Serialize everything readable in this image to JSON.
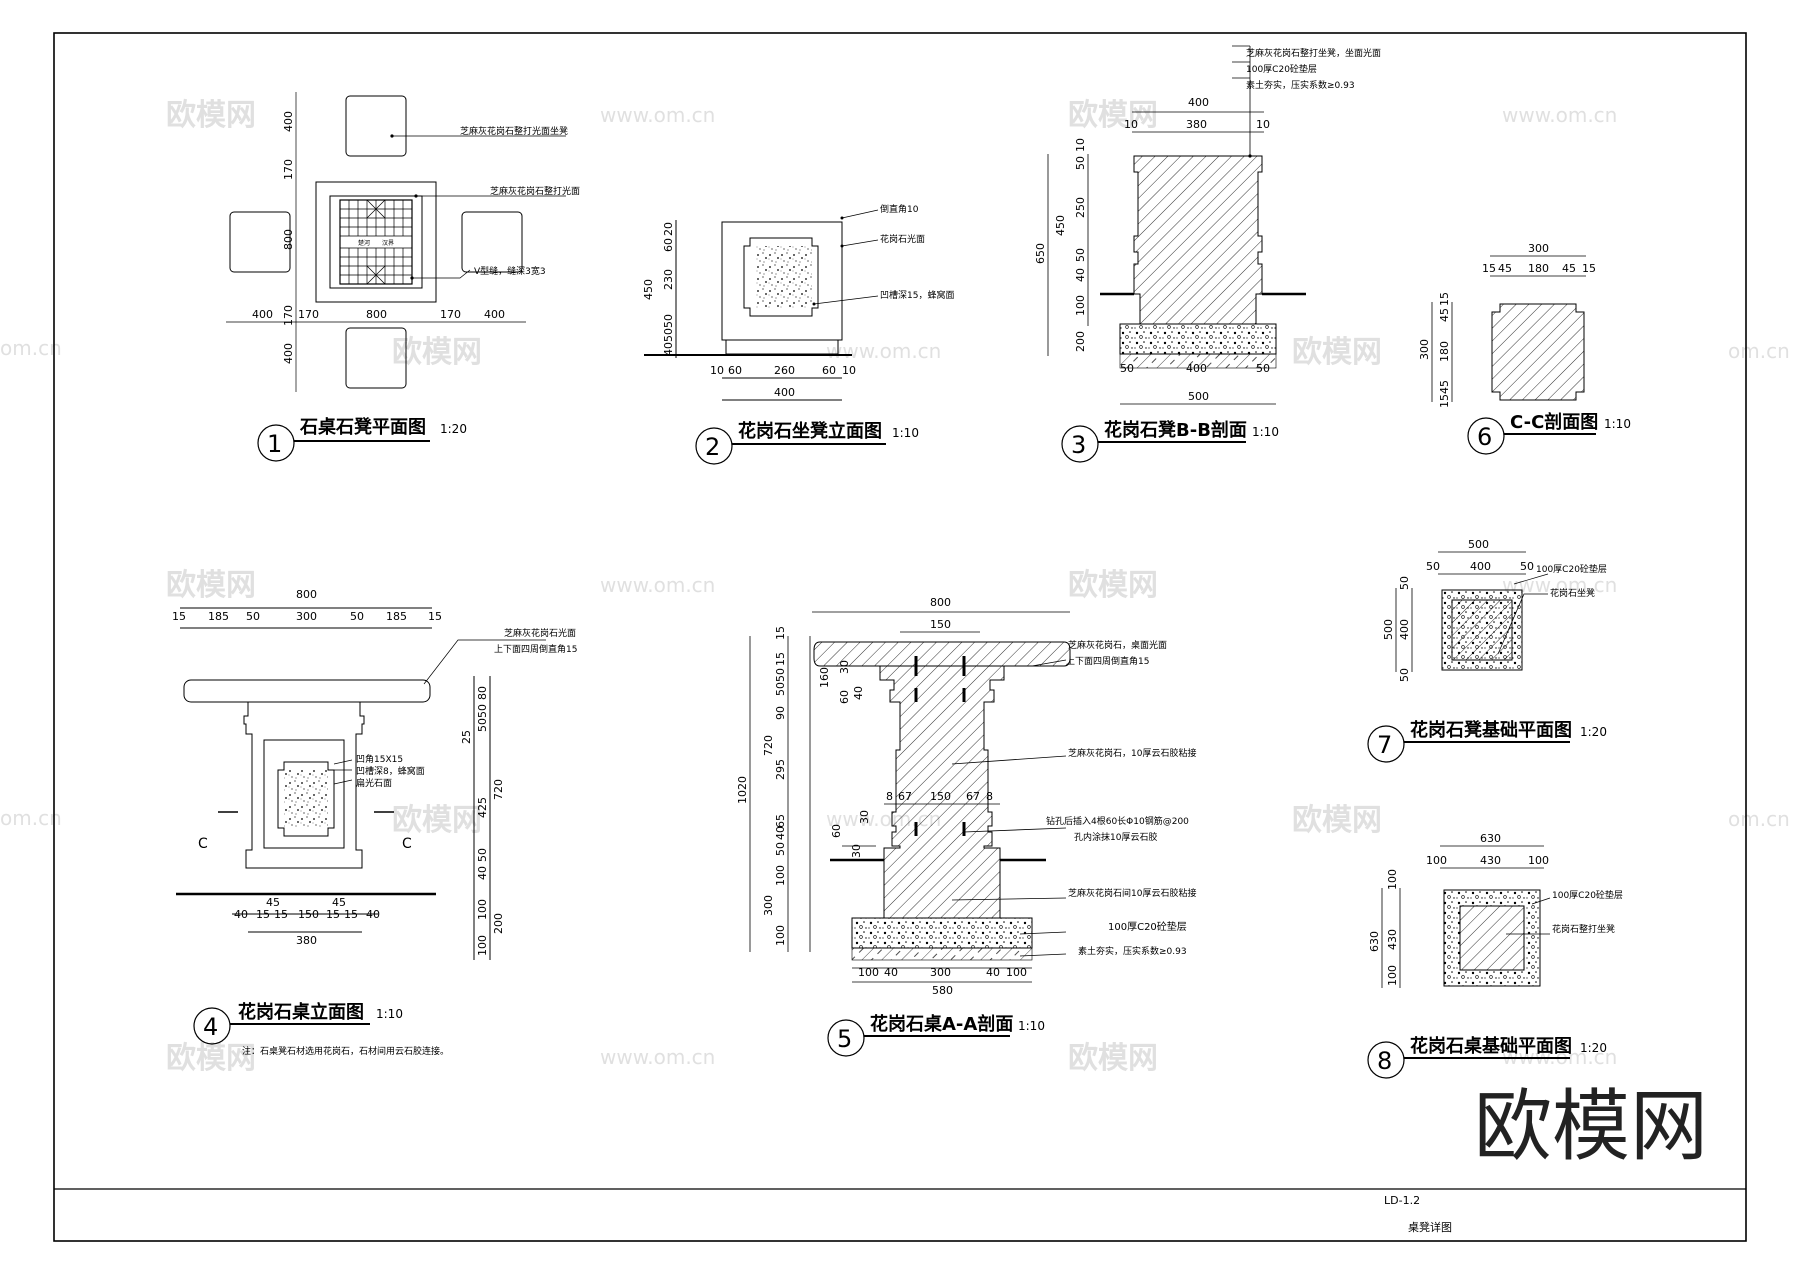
{
  "sheet": {
    "drawing_no": "LD-1.2",
    "drawing_name": "桌凳详图",
    "note": "注：石桌凳石材选用花岗石，石材间用云石胶连接。"
  },
  "watermarks": {
    "brand": "欧模网",
    "site": "www.om.cn",
    "site_cut": "om.cn"
  },
  "views": {
    "v1": {
      "num": "1",
      "title": "石桌石凳平面图",
      "scale": "1:20",
      "dims": {
        "d400": "400",
        "d170": "170",
        "d800": "800"
      },
      "labels": {
        "seat": "芝麻灰花岗石整打光面坐凳",
        "top": "芝麻灰花岗石整打光面",
        "groove": "V型缝，缝深3宽3",
        "board_l": "楚河",
        "board_r": "汉界"
      }
    },
    "v2": {
      "num": "2",
      "title": "花岗石坐凳立面图",
      "scale": "1:10",
      "dims": {
        "d20": "20",
        "d60": "60",
        "d230": "230",
        "d50": "50",
        "d40": "40",
        "d450": "450",
        "d10": "10",
        "d260": "260",
        "d400": "400"
      },
      "labels": {
        "chamfer": "倒直角10",
        "face": "花岗石光面",
        "recess": "凹槽深15，蜂窝面"
      }
    },
    "v3": {
      "num": "3",
      "title": "花岗石凳B-B剖面",
      "scale": "1:10",
      "dims": {
        "d400": "400",
        "d10": "10",
        "d380": "380",
        "d50": "50",
        "d250": "250",
        "d450": "450",
        "d650": "650",
        "d40": "40",
        "d100": "100",
        "d200": "200",
        "d500": "500"
      },
      "labels": {
        "stone": "芝麻灰花岗石整打坐凳，坐面光面",
        "c20": "100厚C20砼垫层",
        "soil": "素土夯实，压实系数≥0.93"
      }
    },
    "v6": {
      "num": "6",
      "title": "C-C剖面图",
      "scale": "1:10",
      "dims": {
        "d300": "300",
        "d15": "15",
        "d45": "45",
        "d180": "180"
      }
    },
    "v4": {
      "num": "4",
      "title": "花岗石桌立面图",
      "scale": "1:10",
      "dims": {
        "d800": "800",
        "d15": "15",
        "d185": "185",
        "d50": "50",
        "d300": "300",
        "d80": "80",
        "d25": "25",
        "d425": "425",
        "d720": "720",
        "d40": "40",
        "d100": "100",
        "d200": "200",
        "d45": "45",
        "d150": "150",
        "d380": "380"
      },
      "labels": {
        "stone": "芝麻灰花岗石光面",
        "edge": "上下面四周倒直角15",
        "corner": "凹角15X15",
        "recess": "凹槽深8，蜂窝面",
        "face": "扁光石面",
        "cut": "C"
      }
    },
    "v5": {
      "num": "5",
      "title": "花岗石桌A-A剖面",
      "scale": "1:10",
      "dims": {
        "d800": "800",
        "d150": "150",
        "d15": "15",
        "d50": "50",
        "d30": "30",
        "d160": "160",
        "d60": "60",
        "d40": "40",
        "d90": "90",
        "d720": "720",
        "d295": "295",
        "d1020": "1020",
        "d8": "8",
        "d67": "67",
        "d65": "65",
        "d100": "100",
        "d300": "300",
        "d580": "580"
      },
      "labels": {
        "top": "芝麻灰花岗石，桌面光面",
        "edge": "上下面四周倒直角15",
        "body": "芝麻灰花岗石，10厚云石胶粘接",
        "dowel": "钻孔后插入4根60长Φ10钢筋@200",
        "glue": "孔内涂抹10厚云石胶",
        "joint": "芝麻灰花岗石间10厚云石胶粘接",
        "c20": "100厚C20砼垫层",
        "soil": "素土夯实，压实系数≥0.93"
      }
    },
    "v7": {
      "num": "7",
      "title": "花岗石凳基础平面图",
      "scale": "1:20",
      "dims": {
        "d500": "500",
        "d50": "50",
        "d400": "400"
      },
      "labels": {
        "c20": "100厚C20砼垫层",
        "stone": "花岗石坐凳"
      }
    },
    "v8": {
      "num": "8",
      "title": "花岗石桌基础平面图",
      "scale": "1:20",
      "dims": {
        "d630": "630",
        "d100": "100",
        "d430": "430"
      },
      "labels": {
        "c20": "100厚C20砼垫层",
        "stone": "花岗石整打坐凳"
      }
    }
  }
}
